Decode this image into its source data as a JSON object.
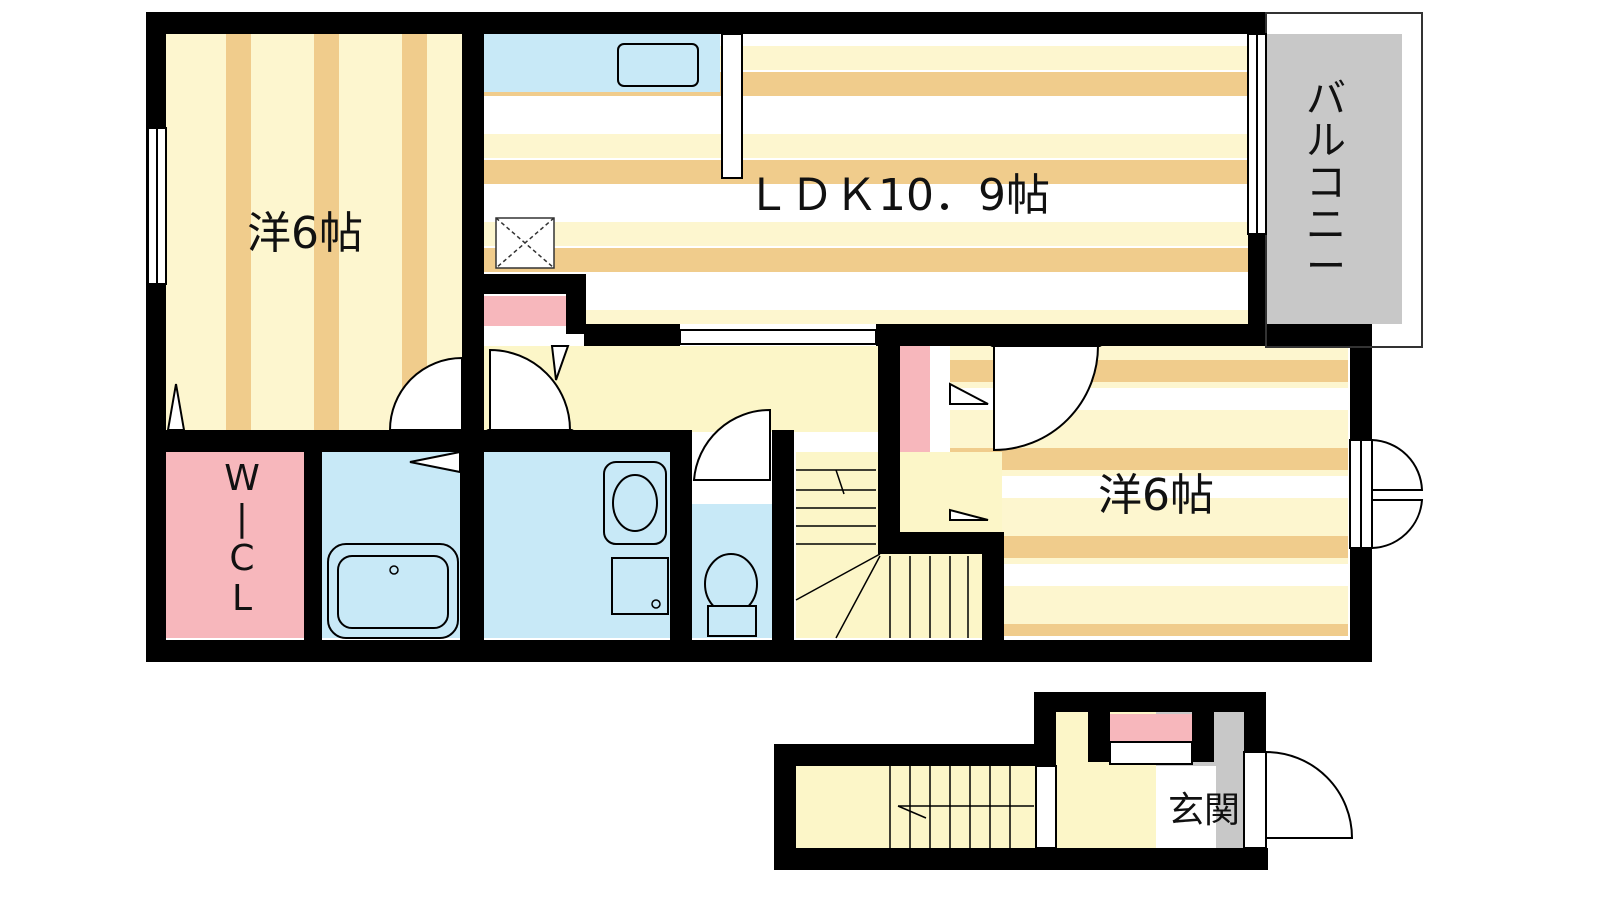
{
  "labels": {
    "bedroom_west": "洋6帖",
    "ldk": "ＬＤＫ10．9帖",
    "balcony": "バルコニー",
    "bedroom_east": "洋6帖",
    "wicl": "W|CL",
    "entrance": "玄関"
  },
  "colors": {
    "wall": "#000000",
    "floor_cream": "#fdf6cf",
    "floor_stripe": "#f0cc8c",
    "wet_area": "#c8e9f7",
    "storage": "#f7b7bc",
    "balcony": "#c8c8c8",
    "hall": "#fcf6c8"
  }
}
